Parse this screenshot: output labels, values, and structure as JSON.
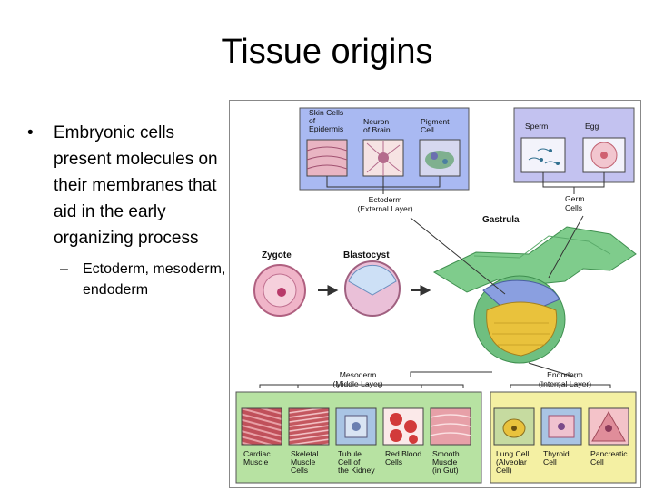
{
  "slide": {
    "title": "Tissue origins",
    "bullet": "Embryonic cells present molecules on their membranes that aid in the early organizing process",
    "sub_bullet": "Ectoderm, mesoderm, endoderm",
    "bullet_marker": "•",
    "sub_marker": "–"
  },
  "figure": {
    "gastrula": "Gastrula",
    "zygote": "Zygote",
    "blastocyst": "Blastocyst",
    "ectoderm": [
      "Ectoderm",
      "(External Layer)"
    ],
    "germ_cells": [
      "Germ",
      "Cells"
    ],
    "mesoderm": [
      "Mesoderm",
      "(Middle Layer)"
    ],
    "endoderm": [
      "Endoderm",
      "(Internal Layer)"
    ],
    "ecto_cells": [
      [
        "Skin Cells",
        "of",
        "Epidermis"
      ],
      [
        "Neuron",
        "of Brain"
      ],
      [
        "Pigment",
        "Cell"
      ]
    ],
    "germ_types": [
      [
        "Sperm"
      ],
      [
        "Egg"
      ]
    ],
    "meso_cells": [
      [
        "Cardiac",
        "Muscle"
      ],
      [
        "Skeletal",
        "Muscle",
        "Cells"
      ],
      [
        "Tubule",
        "Cell of",
        "the Kidney"
      ],
      [
        "Red Blood",
        "Cells"
      ],
      [
        "Smooth",
        "Muscle",
        "(in Gut)"
      ]
    ],
    "endo_cells": [
      [
        "Lung Cell",
        "(Alveolar",
        "Cell)"
      ],
      [
        "Thyroid",
        "Cell"
      ],
      [
        "Pancreatic",
        "Cell"
      ]
    ],
    "colors": {
      "ecto_box": "#a9b9f2",
      "germ_box": "#c3c2f0",
      "meso_box": "#b7e2a2",
      "endo_box": "#f4f0a3",
      "gastrula_green": "#7fcc8c",
      "yolk": "#e9c23c"
    }
  }
}
